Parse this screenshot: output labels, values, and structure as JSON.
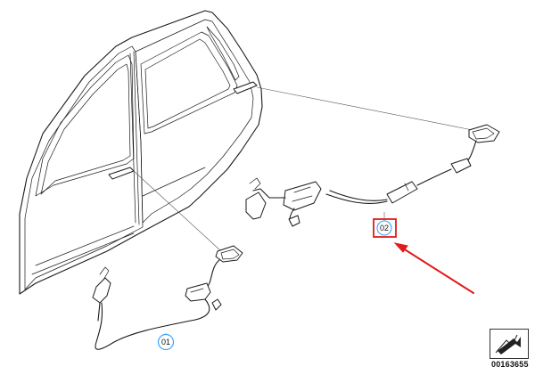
{
  "callouts": [
    {
      "id": "01",
      "label": "01",
      "style": "circle"
    },
    {
      "id": "02",
      "label": "02",
      "style": "circle-highlighted"
    }
  ],
  "highlight": {
    "color": "#e01b1b"
  },
  "diagram_number": "00163655",
  "accent_colors": {
    "circle_01": "#3aa3ff",
    "circle_02": "#3aa3ff"
  },
  "icons": [
    "arrow-nav-icon"
  ]
}
